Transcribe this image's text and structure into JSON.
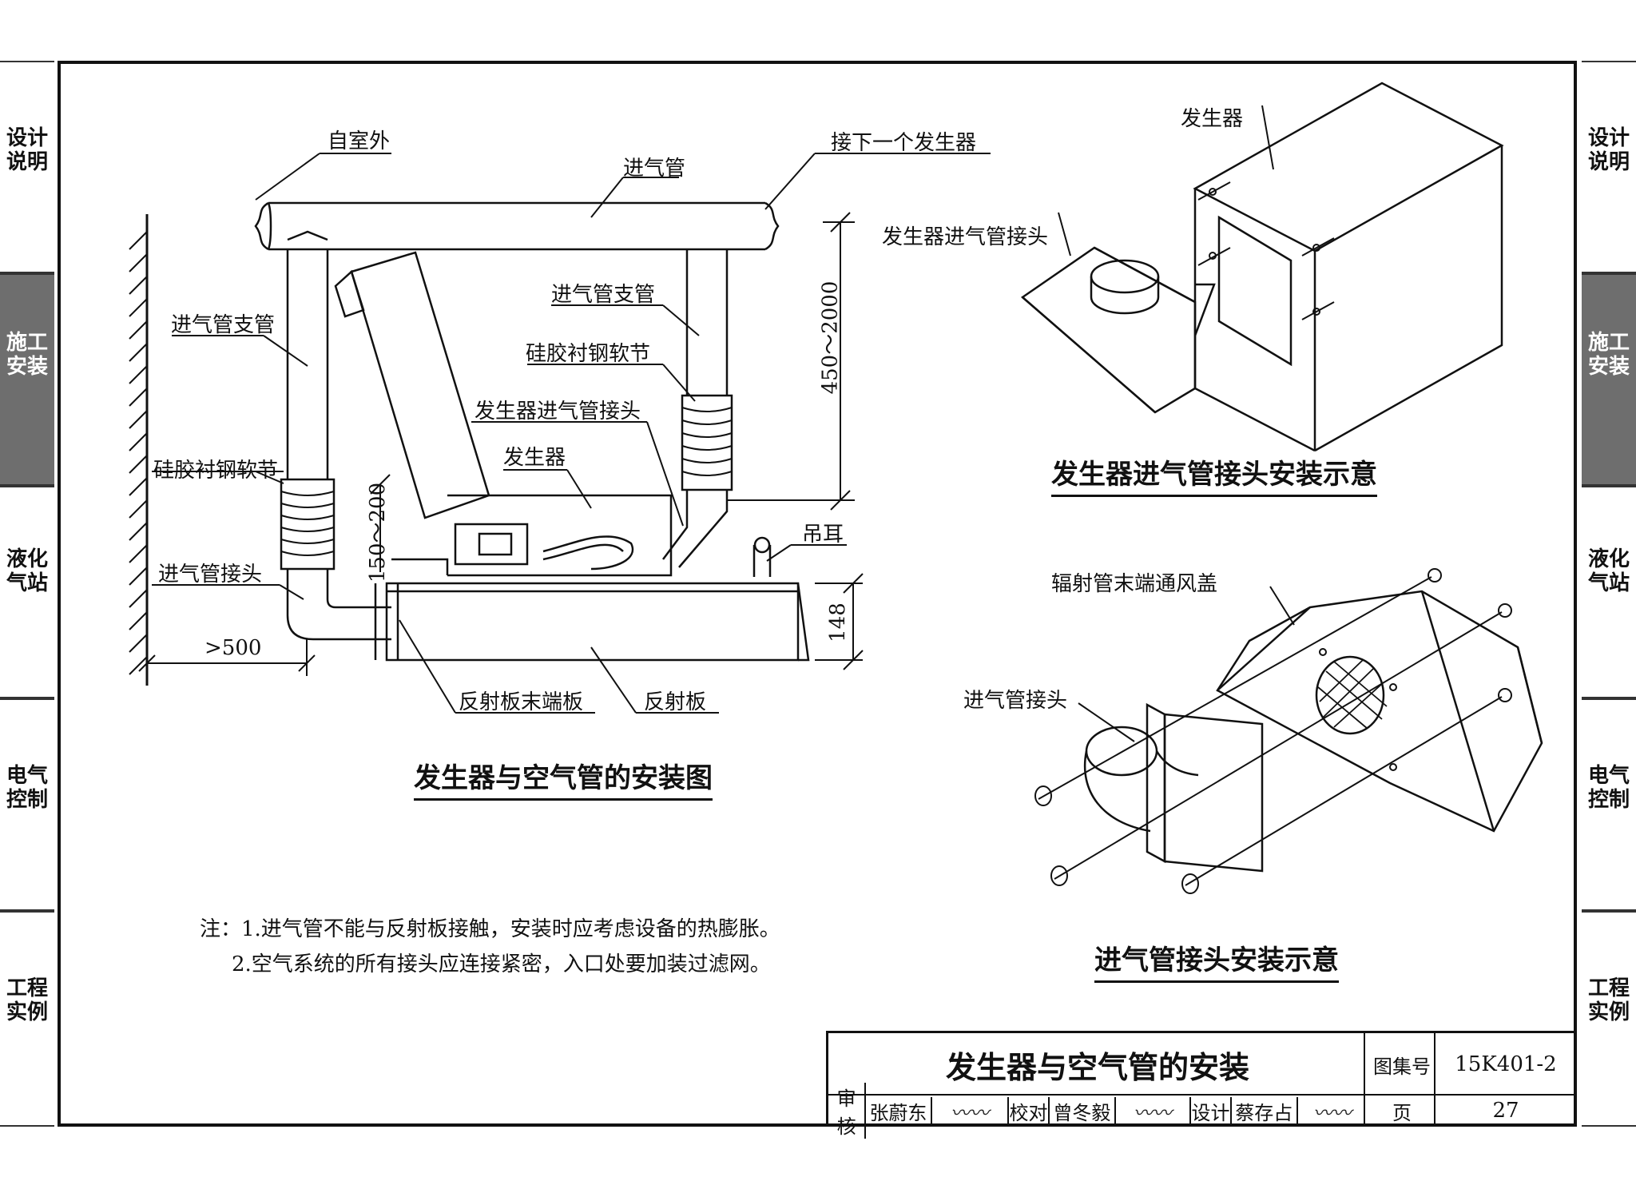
{
  "side_tabs": [
    {
      "label": "设计说明",
      "active": false
    },
    {
      "label": "施工安装",
      "active": true
    },
    {
      "label": "液化气站",
      "active": false
    },
    {
      "label": "电气控制",
      "active": false
    },
    {
      "label": "工程实例",
      "active": false
    }
  ],
  "main_diagram": {
    "title": "发生器与空气管的安装图",
    "labels": {
      "from_outside": "自室外",
      "intake_pipe": "进气管",
      "to_next_generator": "接下一个发生器",
      "intake_branch_left": "进气管支管",
      "intake_branch_right": "进气管支管",
      "silicone_joint_right": "硅胶衬钢软节",
      "silicone_joint_left": "硅胶衬钢软节",
      "generator_intake_joint": "发生器进气管接头",
      "generator": "发生器",
      "intake_joint": "进气管接头",
      "lifting_lug": "吊耳",
      "reflector_end_plate": "反射板末端板",
      "reflector": "反射板"
    },
    "dimensions": {
      "height_range": "450～2000",
      "joint_height": "150～200",
      "wall_distance": ">500",
      "reflector_height": "148"
    }
  },
  "top_right_diagram": {
    "title": "发生器进气管接头安装示意",
    "labels": {
      "generator": "发生器",
      "generator_intake_joint": "发生器进气管接头"
    }
  },
  "bottom_right_diagram": {
    "title": "进气管接头安装示意",
    "labels": {
      "vent_cover": "辐射管末端通风盖",
      "intake_joint": "进气管接头"
    }
  },
  "notes": {
    "line1": "注：1.进气管不能与反射板接触，安装时应考虑设备的热膨胀。",
    "line2": "2.空气系统的所有接头应连接紧密，入口处要加装过滤网。"
  },
  "title_block": {
    "drawing_title": "发生器与空气管的安装",
    "atlas_label": "图集号",
    "atlas_number": "15K401-2",
    "review_label": "审核",
    "reviewer": "张蔚东",
    "check_label": "校对",
    "checker": "曾冬毅",
    "design_label": "设计",
    "designer": "蔡存占",
    "page_label": "页",
    "page_number": "27"
  }
}
